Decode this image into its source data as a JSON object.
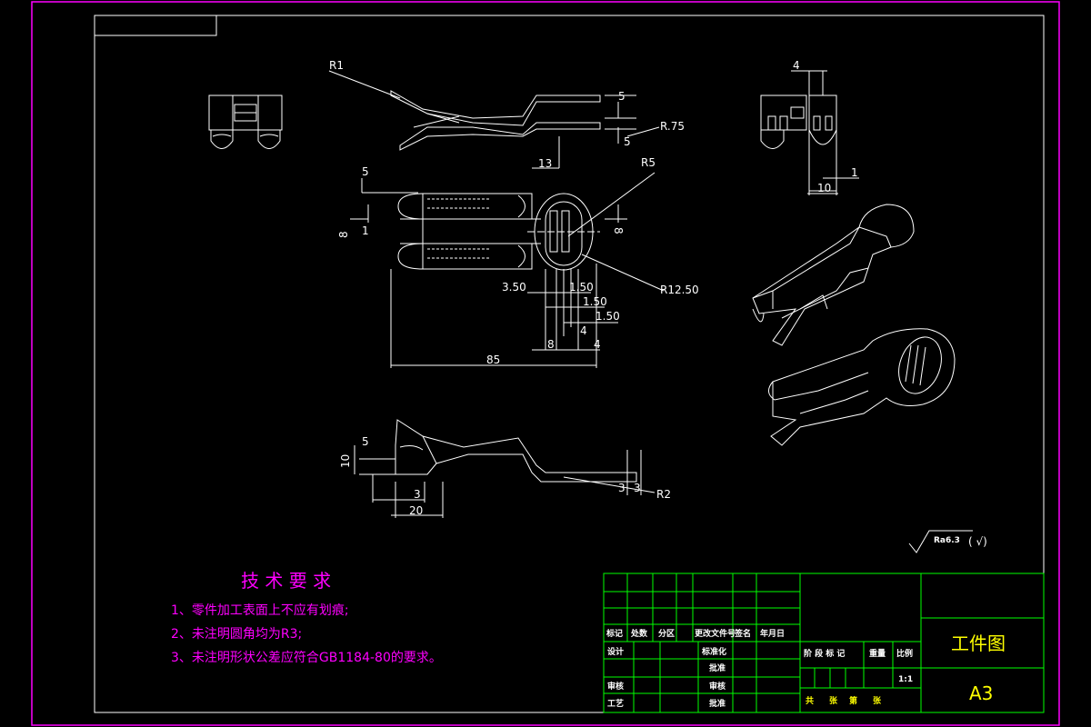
{
  "requirements": {
    "title": "技 术 要 求",
    "items": [
      "1、零件加工表面上不应有划痕;",
      "2、未注明圆角均为R3;",
      "3、未注明形状公差应符合GB1184-80的要求。"
    ]
  },
  "roughness": {
    "symbol": "Ra6.3",
    "paren": "( √)"
  },
  "title_block": {
    "drawing_name": "工件图",
    "sheet_size": "A3",
    "scale": "1:1",
    "rev_headers": [
      "标记",
      "处数",
      "分区",
      "更改文件号",
      "签名",
      "年月日"
    ],
    "left_labels": [
      "设计",
      "审核",
      "工艺"
    ],
    "mid_labels": [
      "标准化",
      "批准",
      "审核",
      "批准"
    ],
    "stage_labels": {
      "stage": "阶 段 标 记",
      "weight": "重量",
      "scale": "比例"
    },
    "sheet_labels": {
      "total": "共",
      "sheet": "张",
      "no": "第",
      "of": "张"
    }
  },
  "dimensions": {
    "top_view": {
      "r1": "R1",
      "d5a": "5",
      "d5b": "5",
      "r75": "R.75"
    },
    "front_view": {
      "d13": "13",
      "r5": "R5",
      "d5": "5",
      "d8l": "8",
      "d1": "1",
      "d8r": "8",
      "d350": "3.50",
      "d150a": "1.50",
      "d150b": "1.50",
      "d150c": "1.50",
      "r1250": "R12.50",
      "d8b": "8",
      "d4a": "4",
      "d4b": "4",
      "d85": "85"
    },
    "side_view": {
      "d4": "4",
      "d1": "1",
      "d10": "10"
    },
    "bottom_view": {
      "d10": "10",
      "d5": "5",
      "d3": "3",
      "d20": "20",
      "d3a": "3",
      "d3b": "3",
      "r2": "R2"
    }
  },
  "colors": {
    "frame": "#ff00ff",
    "title_block": "#00ff00",
    "lines": "#ffffff",
    "yellow": "#ffff00",
    "requirements": "#ff00ff"
  }
}
